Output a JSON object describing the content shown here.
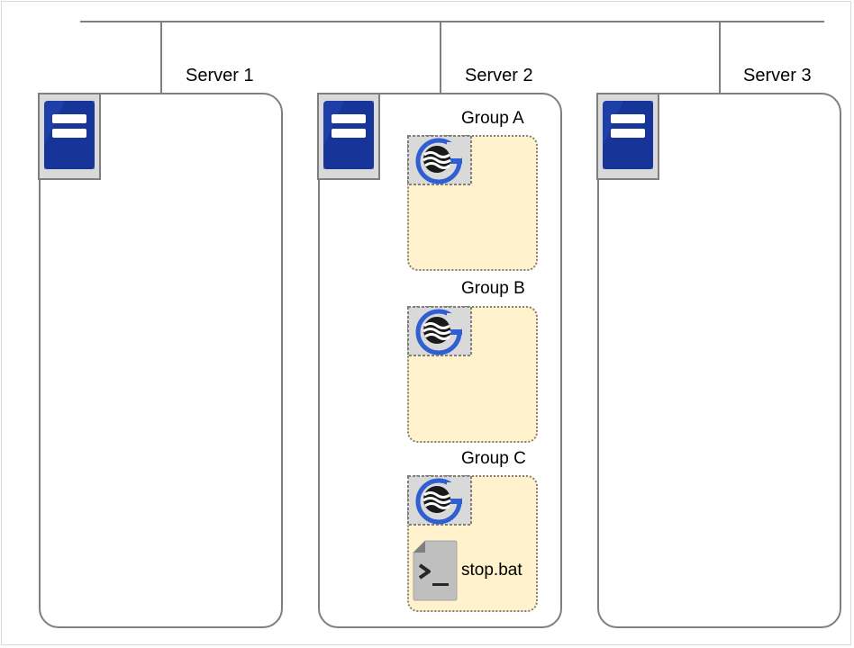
{
  "servers": [
    {
      "label": "Server 1"
    },
    {
      "label": "Server 2"
    },
    {
      "label": "Server 3"
    }
  ],
  "groups": [
    {
      "label": "Group A"
    },
    {
      "label": "Group B"
    },
    {
      "label": "Group C"
    }
  ],
  "script": {
    "label": "stop.bat"
  },
  "colors": {
    "line": "#7f7f7f",
    "server_icon": "#1f3fa8",
    "group_fill": "#fff2cc",
    "icon_bg": "#d9d9d9"
  }
}
